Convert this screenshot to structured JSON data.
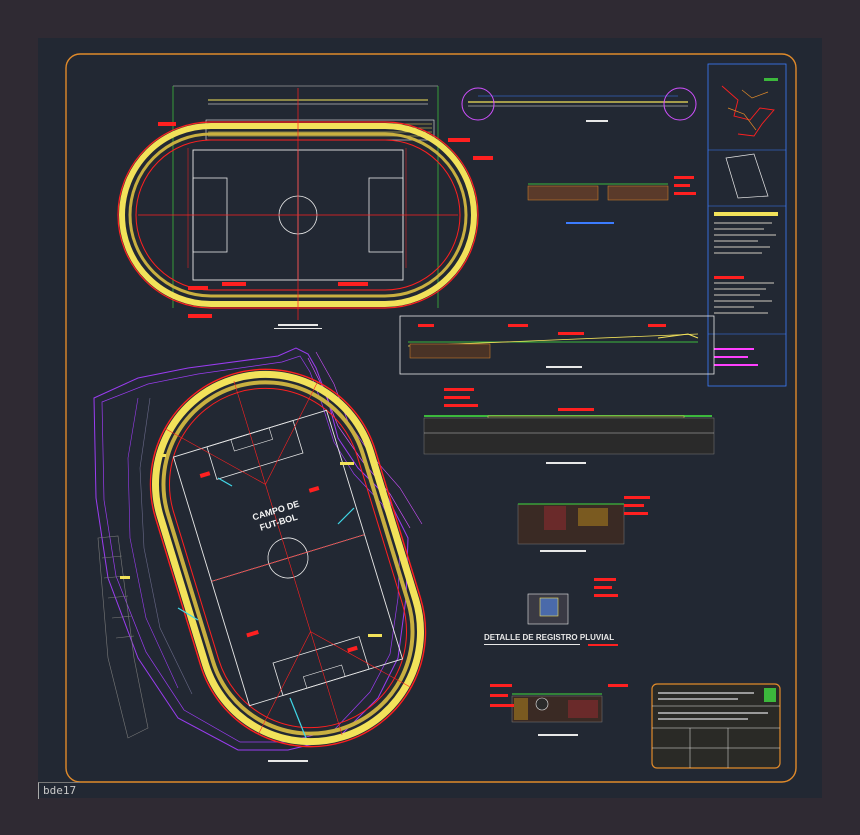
{
  "tab_label": "bde17",
  "field_label_line1": "CAMPO DE",
  "field_label_line2": "FUT-BOL",
  "detail_title": "DETALLE DE REGISTRO PLUVIAL",
  "colors": {
    "background": "#222833",
    "frame": "#e08a2a",
    "track_red": "#ff2020",
    "track_yellow": "#f2e25a",
    "field_white": "#e8e8e8",
    "contour_purple": "#9a3cf0",
    "cyan": "#40d8e8",
    "green": "#3cb83c"
  }
}
